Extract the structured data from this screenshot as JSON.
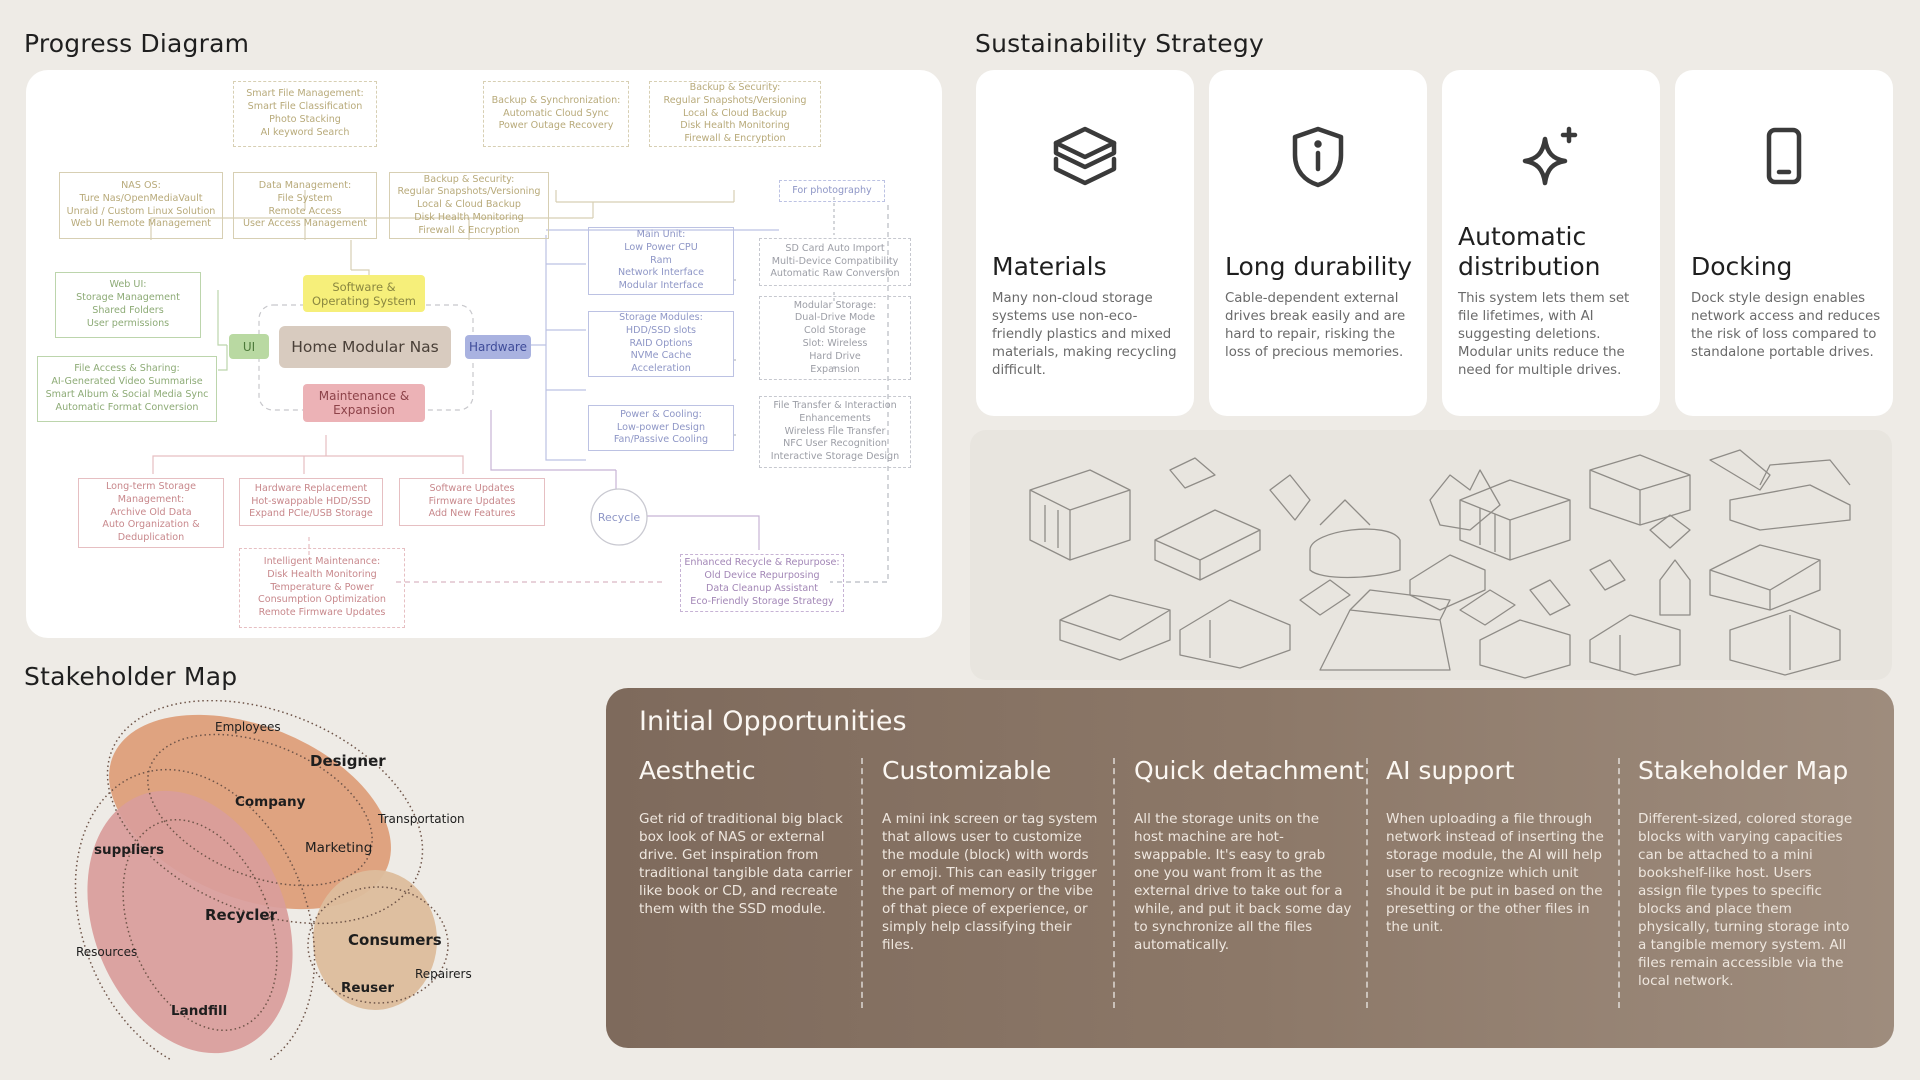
{
  "titles": {
    "progress": "Progress Diagram",
    "sustainability": "Sustainability Strategy",
    "stakeholder": "Stakeholder Map",
    "opportunities": "Initial Opportunities"
  },
  "diagram": {
    "center": "Home Modular Nas",
    "software": [
      "Software &",
      "Operating System"
    ],
    "ui": "UI",
    "hardware": "Hardware",
    "maintenance": [
      "Maintenance &",
      "Expansion"
    ],
    "recycle": "Recycle",
    "smart_file": [
      "Smart File Management:",
      "Smart File Classification",
      "Photo Stacking",
      "AI keyword Search"
    ],
    "backup_sync": [
      "Backup & Synchronization:",
      "Automatic Cloud Sync",
      "Power Outage Recovery"
    ],
    "backup_security_top": [
      "Backup & Security:",
      "Regular Snapshots/Versioning",
      "Local & Cloud Backup",
      "Disk Health Monitoring",
      "Firewall & Encryption"
    ],
    "nas_os": [
      "NAS OS:",
      "Ture Nas/OpenMediaVault",
      "Unraid / Custom Linux Solution",
      "Web UI Remote Management"
    ],
    "data_mgmt": [
      "Data Management:",
      "File System",
      "Remote Access",
      "User Access Management"
    ],
    "backup_security": [
      "Backup & Security:",
      "Regular Snapshots/Versioning",
      "Local & Cloud Backup",
      "Disk Health Monitoring",
      "Firewall & Encryption"
    ],
    "web_ui": [
      "Web UI:",
      "Storage Management",
      "Shared Folders",
      "User permissions"
    ],
    "file_access": [
      "File Access & Sharing:",
      "AI-Generated Video Summarise",
      "Smart Album & Social Media Sync",
      "Automatic Format Conversion"
    ],
    "main_unit": [
      "Main Unit:",
      "Low Power CPU",
      "Ram",
      "Network Interface",
      "Modular Interface"
    ],
    "storage_modules": [
      "Storage Modules:",
      "HDD/SSD slots",
      "RAID Options",
      "NVMe Cache",
      "Acceleration"
    ],
    "power_cooling": [
      "Power & Cooling:",
      "Low-power Design",
      "Fan/Passive Cooling"
    ],
    "for_photography": [
      "For photography"
    ],
    "sd_card": [
      "SD Card Auto Import",
      "Multi-Device Compatibility",
      "Automatic Raw Conversion"
    ],
    "modular_storage": [
      "Modular Storage:",
      "Dual-Drive Mode",
      "Cold Storage",
      "Slot: Wireless",
      "Hard Drive",
      "Expansion"
    ],
    "file_transfer": [
      "File Transfer & Interaction",
      "Enhancements",
      "Wireless File Transfer",
      "NFC User Recognition",
      "Interactive Storage Design"
    ],
    "long_term": [
      "Long-term Storage",
      "Management:",
      "Archive Old Data",
      "Auto Organization &",
      "Deduplication"
    ],
    "hw_replacement": [
      "Hardware Replacement",
      "Hot-swappable HDD/SSD",
      "Expand PCIe/USB Storage"
    ],
    "sw_updates": [
      "Software Updates",
      "Firmware Updates",
      "Add New Features"
    ],
    "intelligent": [
      "Intelligent Maintenance:",
      "Disk Health Monitoring",
      "Temperature & Power",
      "Consumption Optimization",
      "Remote Firmware Updates"
    ],
    "enhanced_recycle": [
      "Enhanced Recycle & Repurpose:",
      "Old Device Repurposing",
      "Data Cleanup Assistant",
      "Eco-Friendly Storage Strategy"
    ]
  },
  "sustainability": [
    {
      "icon": "layers-icon",
      "title": "Materials",
      "desc": "Many non-cloud storage systems use non-eco-friendly plastics and mixed materials, making recycling difficult."
    },
    {
      "icon": "shield-info-icon",
      "title": "Long durability",
      "desc": "Cable-dependent external drives break easily and are hard to repair, risking the loss of precious memories."
    },
    {
      "icon": "sparkle-icon",
      "title": "Automatic distribution",
      "desc": "This system lets them set file lifetimes, with AI suggesting deletions. Modular units reduce the need for multiple drives."
    },
    {
      "icon": "phone-icon",
      "title": "Docking",
      "desc": "Dock style design enables network access and reduces the risk of loss compared to standalone portable drives."
    }
  ],
  "opportunities": [
    {
      "title": "Aesthetic",
      "text": "Get rid of traditional big black box look of NAS or external drive. Get inspiration from traditional tangible data carrier like book or CD, and recreate them with the SSD module."
    },
    {
      "title": "Customizable",
      "text": "A mini ink screen or tag system that allows user to customize the module (block) with words or emoji. This can easily trigger the part of memory or the vibe of that piece of experience, or simply help classifying their files."
    },
    {
      "title": "Quick detachment",
      "text": "All the storage units on the host machine are hot-swappable. It's easy to grab one you want from it as the external drive to take out for a while, and put it back some day to synchronize all the files automatically."
    },
    {
      "title": "AI support",
      "text": "When uploading a file through network instead of inserting the storage module, the AI will help user to recognize which unit should it be put in based on the presetting or the other files in the unit."
    },
    {
      "title": "Stakeholder Map",
      "text": "Different-sized, colored storage blocks with varying capacities can be attached to a mini bookshelf-like host. Users assign file types to specific blocks and place them physically, turning storage into a tangible memory system. All files remain accessible via the local network."
    }
  ],
  "stakeholders": {
    "employees": "Employees",
    "designer": "Designer",
    "company": "Company",
    "transportation": "Transportation",
    "marketing": "Marketing",
    "suppliers": "suppliers",
    "recycler": "Recycler",
    "consumers": "Consumers",
    "resources": "Resources",
    "repairers": "Repairers",
    "reuser": "Reuser",
    "landfill": "Landfill"
  },
  "colors": {
    "accent_brown": "#7e6a5c",
    "software_yellow": "#f6ef7a",
    "ui_green": "#b9d9a2",
    "hardware_blue": "#a9b2e0",
    "maintenance_pink": "#ecb2b6",
    "center_tan": "#d8cbbf"
  }
}
